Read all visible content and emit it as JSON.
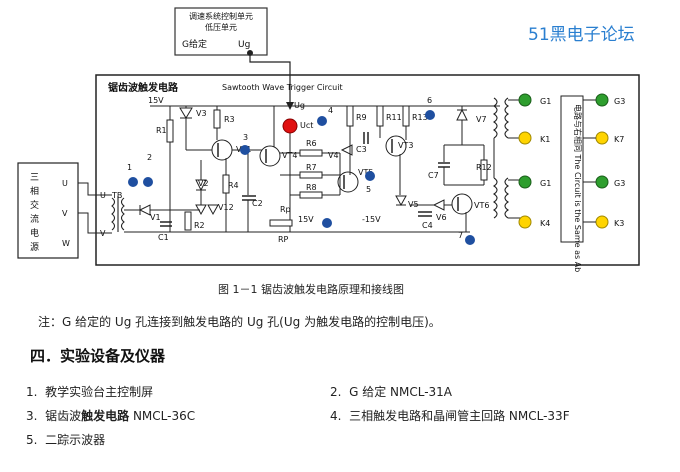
{
  "site": "51黑电子论坛",
  "caption": "图 1－1   锯齿波触发电路原理和接线图",
  "note": "注：G 给定的 Ug 孔连接到触发电路的 Ug 孔(Ug 为触发电路的控制电压)。",
  "heading": "四．实验设备及仪器",
  "items": [
    {
      "num": "1.",
      "pre": "教学实验台主控制屏",
      "bold": "",
      "post": ""
    },
    {
      "num": "2.",
      "pre": "G 给定 NMCL-31A",
      "bold": "",
      "post": ""
    },
    {
      "num": "3.",
      "pre": "锯齿波",
      "bold": "触发电路",
      "post": " NMCL-36C"
    },
    {
      "num": "4.",
      "pre": "三相触发电路和晶闸管主回路 NMCL-33F",
      "bold": "",
      "post": ""
    },
    {
      "num": "5.",
      "pre": "二踪示波器",
      "bold": "",
      "post": ""
    }
  ],
  "diagram": {
    "top_box": [
      "调速系统控制单元",
      "低压单元",
      "G给定",
      "Ug"
    ],
    "ug_top": "Ug",
    "title_cn": "锯齿波触发电路",
    "title_en": "Sawtooth Wave Trigger Circuit",
    "supply": [
      "三",
      "相",
      "交",
      "流",
      "电",
      "源"
    ],
    "supply_terms": [
      "U",
      "V",
      "W"
    ],
    "side_text": "电路与右相同 The Circuit is the Same as Above",
    "labels": [
      "15V",
      "R1",
      "V3",
      "R3",
      "3",
      "VT1",
      "VT3",
      "Ug",
      "Uct",
      "4",
      "R9",
      "R11",
      "R13",
      "6",
      "R6",
      "V4",
      "C3",
      "VT5",
      "R7",
      "5",
      "R8",
      "VT4",
      "1",
      "2",
      "R4",
      "C2",
      "V2",
      "U",
      "TB",
      "V",
      "V1",
      "C1",
      "R2",
      "V12",
      "Rp",
      "15V",
      "RP",
      "-15V",
      "V5",
      "C4",
      "V6",
      "VT6",
      "7",
      "V7",
      "C7",
      "R12",
      "G1",
      "K1",
      "G1",
      "K4",
      "G3",
      "K7",
      "G3",
      "K3"
    ],
    "colors": {
      "green_term": "#2e9e2e",
      "yellow_term": "#ffd400",
      "blue_node": "#1f4fa0",
      "red_node": "#e01010"
    }
  }
}
